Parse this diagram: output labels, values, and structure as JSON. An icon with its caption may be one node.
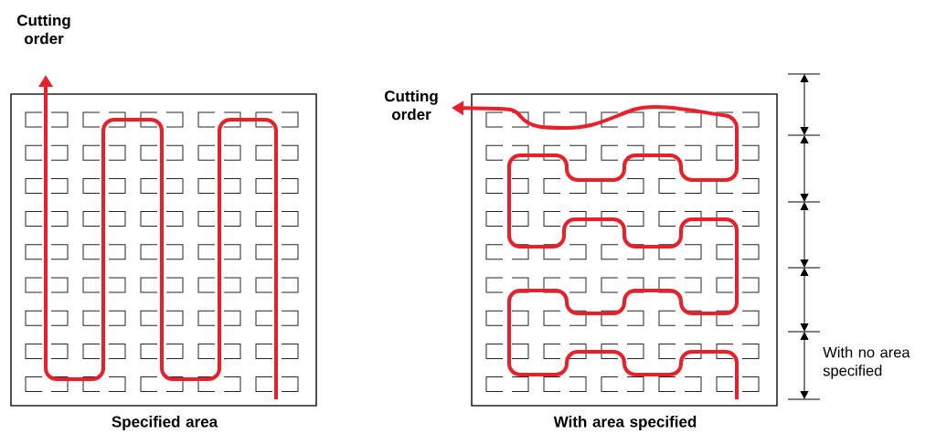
{
  "diagram": {
    "labels": [
      "Cutting order",
      "Cutting order",
      "With no area specified",
      "Specified area",
      "With area specified"
    ]
  }
}
